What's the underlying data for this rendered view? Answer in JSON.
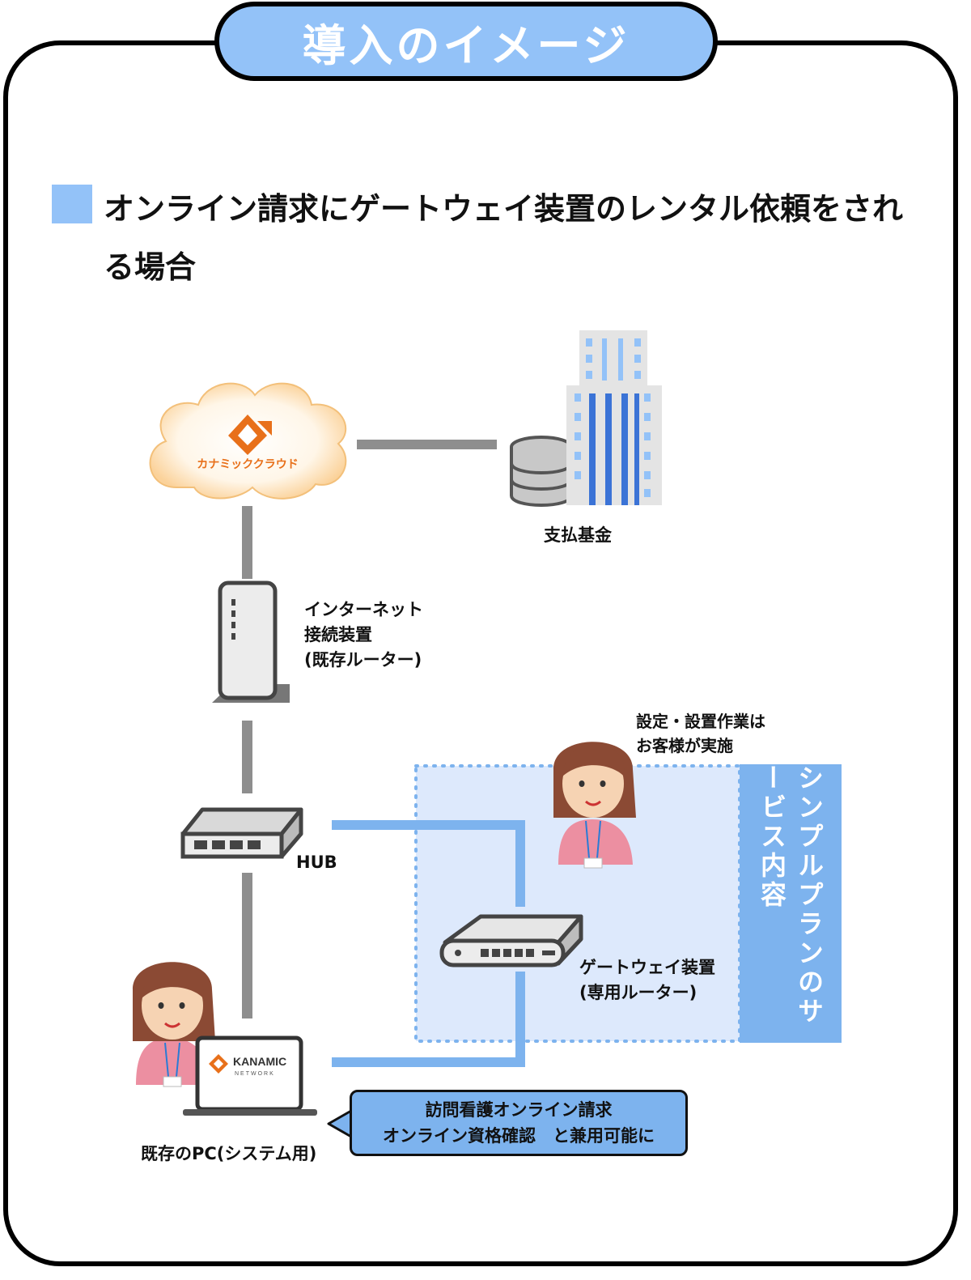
{
  "title": "導入のイメージ",
  "heading": "オンライン請求にゲートウェイ装置のレンタル依頼をされる場合",
  "cloud": {
    "label": "カナミッククラウド"
  },
  "fund": {
    "label": "支払基金"
  },
  "router": {
    "label": "インターネット\n接続装置\n(既存ルーター)"
  },
  "hub": {
    "label": "HUB"
  },
  "gateway": {
    "label": "ゲートウェイ装置\n(専用ルーター)"
  },
  "installer_note": "設定・設置作業は\nお客様が実施",
  "service_box": {
    "label": "シンプルプランのサービス内容"
  },
  "pc": {
    "label": "既存のPC(システム用)",
    "screen_logo_top": "KANAMIC",
    "screen_logo_bottom": "NETWORK"
  },
  "callout": {
    "line1": "訪問看護オンライン請求",
    "line2": "オンライン資格確認　と兼用可能に"
  },
  "colors": {
    "accent": "#93c2f8",
    "service": "#7db3ee",
    "line_gray": "#8e8e8e",
    "line_blue": "#7db3ee",
    "cloud_orange": "#e8701a"
  }
}
